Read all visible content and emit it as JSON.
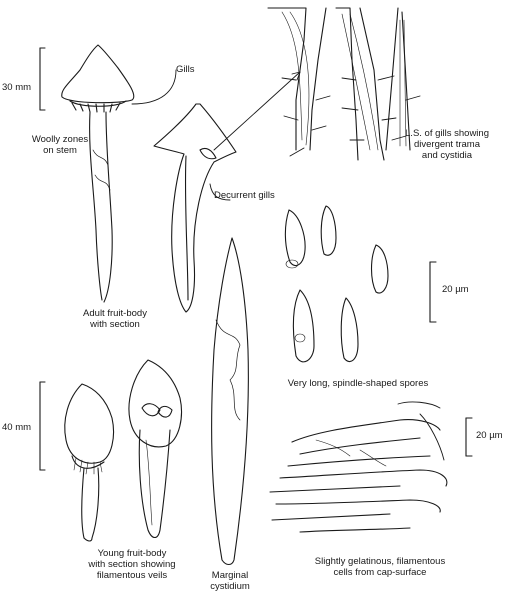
{
  "labels": {
    "scale_30mm": "30 mm",
    "scale_40mm": "40 mm",
    "scale_20um_spores": "20 µm",
    "scale_20um_cells": "20 µm",
    "gills": "Gills",
    "woolly_zones": [
      "Woolly zones",
      "on stem"
    ],
    "decurrent_gills": "Decurrent gills",
    "ls_gills": [
      "L.S. of gills showing",
      "divergent trama",
      "and cystidia"
    ],
    "adult": [
      "Adult fruit-body",
      "with section"
    ],
    "spores": "Very long, spindle-shaped spores",
    "young": [
      "Young fruit-body",
      "with section showing",
      "filamentous veils"
    ],
    "marginal": [
      "Marginal",
      "cystidium"
    ],
    "cells": [
      "Slightly gelatinous, filamentous",
      "cells from cap-surface"
    ]
  }
}
